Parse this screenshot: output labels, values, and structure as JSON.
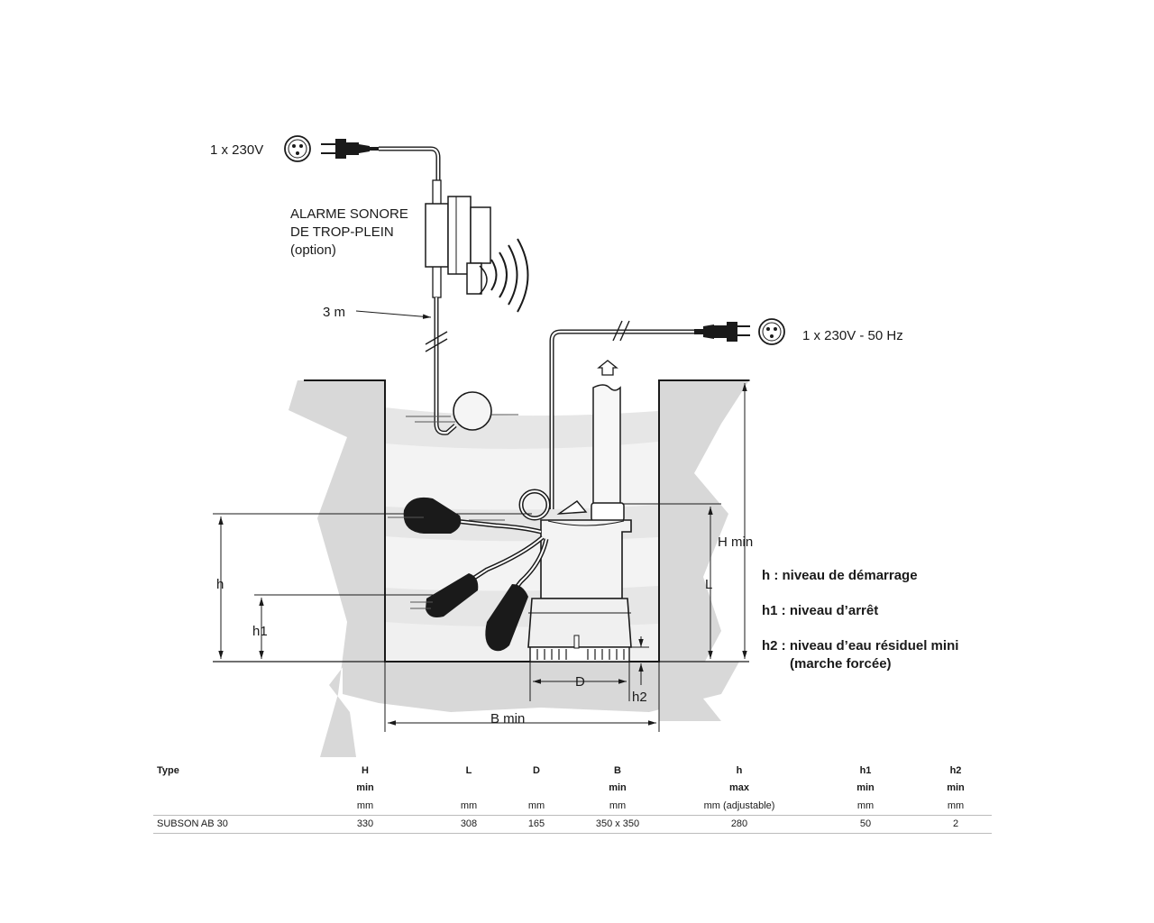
{
  "diagram": {
    "alarm_power": "1 x 230V",
    "alarm_label_line1": "ALARME SONORE",
    "alarm_label_line2": "DE TROP-PLEIN",
    "alarm_label_line3": "(option)",
    "cable_length": "3 m",
    "pump_power": "1 x 230V - 50 Hz",
    "dim_h_min": "H min",
    "dim_l": "L",
    "dim_h": "h",
    "dim_h1": "h1",
    "dim_h2": "h2",
    "dim_d": "D",
    "dim_b_min": "B min"
  },
  "legend": {
    "h": "h : niveau de démarrage",
    "h1": "h1 : niveau d’arrêt",
    "h2_line1": "h2 : niveau d’eau résiduel mini",
    "h2_line2": "(marche forcée)"
  },
  "table": {
    "header_row1": [
      "Type",
      "H",
      "L",
      "D",
      "B",
      "h",
      "h1",
      "h2"
    ],
    "header_row2": [
      "",
      "min",
      "",
      "",
      "min",
      "max",
      "min",
      "min"
    ],
    "header_row3": [
      "",
      "mm",
      "mm",
      "mm",
      "mm",
      "mm (adjustable)",
      "mm",
      "mm"
    ],
    "rows": [
      [
        "SUBSON AB 30",
        "330",
        "308",
        "165",
        "350 x 350",
        "280",
        "50",
        "2"
      ]
    ]
  }
}
